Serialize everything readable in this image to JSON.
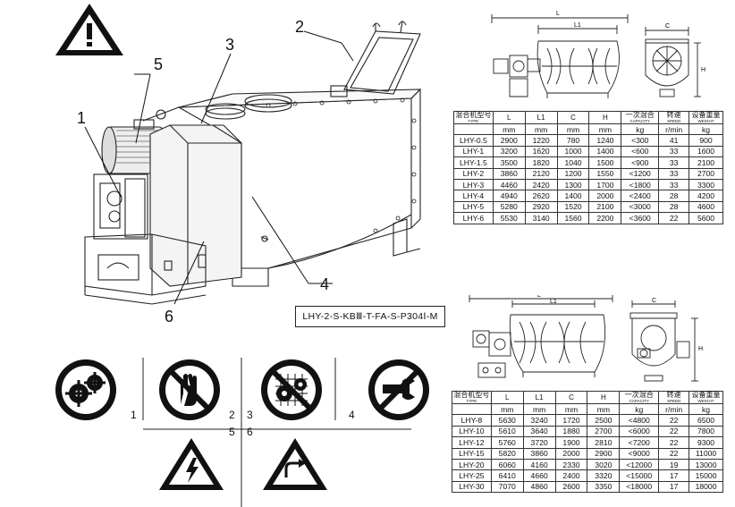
{
  "callouts": {
    "c1": "1",
    "c2": "2",
    "c3": "3",
    "c4": "4",
    "c5": "5",
    "c6": "6"
  },
  "model_code": "LHY-2-S-KBⅢ-T-FA-S-P304Ⅰ-M",
  "drawing_top": {
    "dim_L": "L",
    "dim_L1": "L1",
    "dim_C": "C",
    "dim_H": "H"
  },
  "drawing_bottom": {
    "dim_L": "L",
    "dim_L1": "L1",
    "dim_C": "C",
    "dim_H": "H"
  },
  "sign_numbers": {
    "n1": "1",
    "n2": "2",
    "n3": "3",
    "n4": "4",
    "n5": "5",
    "n6": "6"
  },
  "table_headers": {
    "type_cn": "混合机型号",
    "type_en": "TYPE",
    "L": "L",
    "L1": "L1",
    "C": "C",
    "H": "H",
    "cap_cn": "一次混合",
    "cap_en": "CAPACITY",
    "speed_cn": "转速",
    "speed_en": "SPEED",
    "weight_cn": "设备重量",
    "weight_en": "WEIGHT"
  },
  "table_units": {
    "type": "",
    "L": "mm",
    "L1": "mm",
    "C": "mm",
    "H": "mm",
    "cap": "kg",
    "speed": "r/min",
    "weight": "kg"
  },
  "table1_rows": [
    [
      "LHY-0.5",
      "2900",
      "1220",
      "780",
      "1240",
      "<300",
      "41",
      "900"
    ],
    [
      "LHY-1",
      "3200",
      "1620",
      "1000",
      "1400",
      "<600",
      "33",
      "1600"
    ],
    [
      "LHY-1.5",
      "3500",
      "1820",
      "1040",
      "1500",
      "<900",
      "33",
      "2100"
    ],
    [
      "LHY-2",
      "3860",
      "2120",
      "1200",
      "1550",
      "<1200",
      "33",
      "2700"
    ],
    [
      "LHY-3",
      "4460",
      "2420",
      "1300",
      "1700",
      "<1800",
      "33",
      "3300"
    ],
    [
      "LHY-4",
      "4940",
      "2620",
      "1400",
      "2000",
      "<2400",
      "28",
      "4200"
    ],
    [
      "LHY-5",
      "5280",
      "2920",
      "1520",
      "2100",
      "<3000",
      "28",
      "4600"
    ],
    [
      "LHY-6",
      "5530",
      "3140",
      "1560",
      "2200",
      "<3600",
      "22",
      "5600"
    ]
  ],
  "table2_rows": [
    [
      "LHY-8",
      "5630",
      "3240",
      "1720",
      "2500",
      "<4800",
      "22",
      "6500"
    ],
    [
      "LHY-10",
      "5610",
      "3640",
      "1880",
      "2700",
      "<6000",
      "22",
      "7800"
    ],
    [
      "LHY-12",
      "5760",
      "3720",
      "1900",
      "2810",
      "<7200",
      "22",
      "9300"
    ],
    [
      "LHY-15",
      "5820",
      "3860",
      "2000",
      "2900",
      "<9000",
      "22",
      "11000"
    ],
    [
      "LHY-20",
      "6060",
      "4160",
      "2330",
      "3020",
      "<12000",
      "19",
      "13000"
    ],
    [
      "LHY-25",
      "6410",
      "4660",
      "2400",
      "3320",
      "<15000",
      "17",
      "15000"
    ],
    [
      "LHY-30",
      "7070",
      "4860",
      "2600",
      "3350",
      "<18000",
      "17",
      "18000"
    ]
  ]
}
